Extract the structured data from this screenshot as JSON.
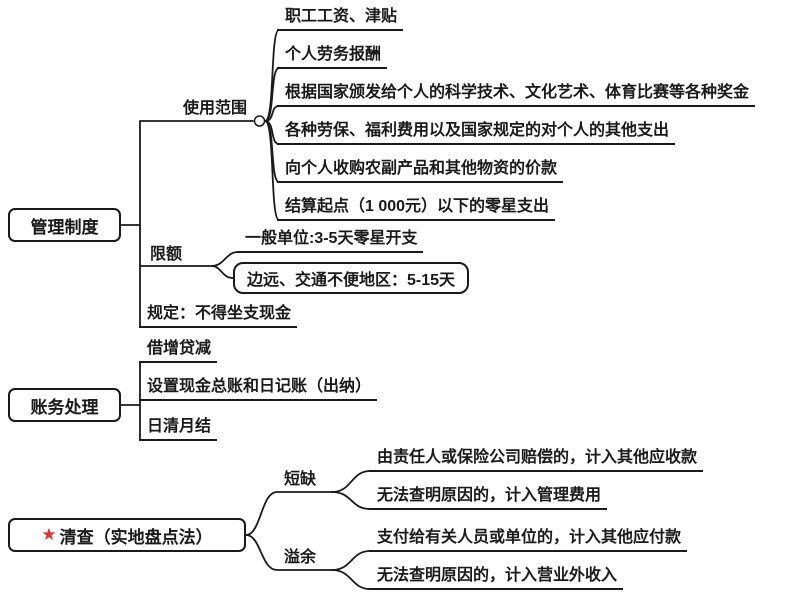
{
  "colors": {
    "line": "#1a1a1a",
    "text": "#1a1a1a",
    "star": "#e03131",
    "background": "#ffffff"
  },
  "mindmap": {
    "management": {
      "label": "管理制度",
      "scope": {
        "label": "使用范围",
        "items": [
          "职工工资、津贴",
          "个人劳务报酬",
          "根据国家颁发给个人的科学技术、文化艺术、体育比赛等各种奖金",
          "各种劳保、福利费用以及国家规定的对个人的其他支出",
          "向个人收购农副产品和其他物资的价款",
          "结算起点（1 000元）以下的零星支出"
        ]
      },
      "limit": {
        "label": "限额",
        "general": "一般单位:3-5天零星开支",
        "remote": "边远、交通不便地区：5-15天"
      },
      "rule": "规定：不得坐支现金"
    },
    "accounting": {
      "label": "账务处理",
      "items": [
        "借增贷减",
        "设置现金总账和日记账（出纳）",
        "日清月结"
      ]
    },
    "inventory": {
      "star": "★",
      "label": "清查（实地盘点法）",
      "shortage": {
        "label": "短缺",
        "items": [
          "由责任人或保险公司赔偿的，计入其他应收款",
          "无法查明原因的，计入管理费用"
        ]
      },
      "surplus": {
        "label": "溢余",
        "items": [
          "支付给有关人员或单位的，计入其他应付款",
          "无法查明原因的，计入营业外收入"
        ]
      }
    }
  }
}
